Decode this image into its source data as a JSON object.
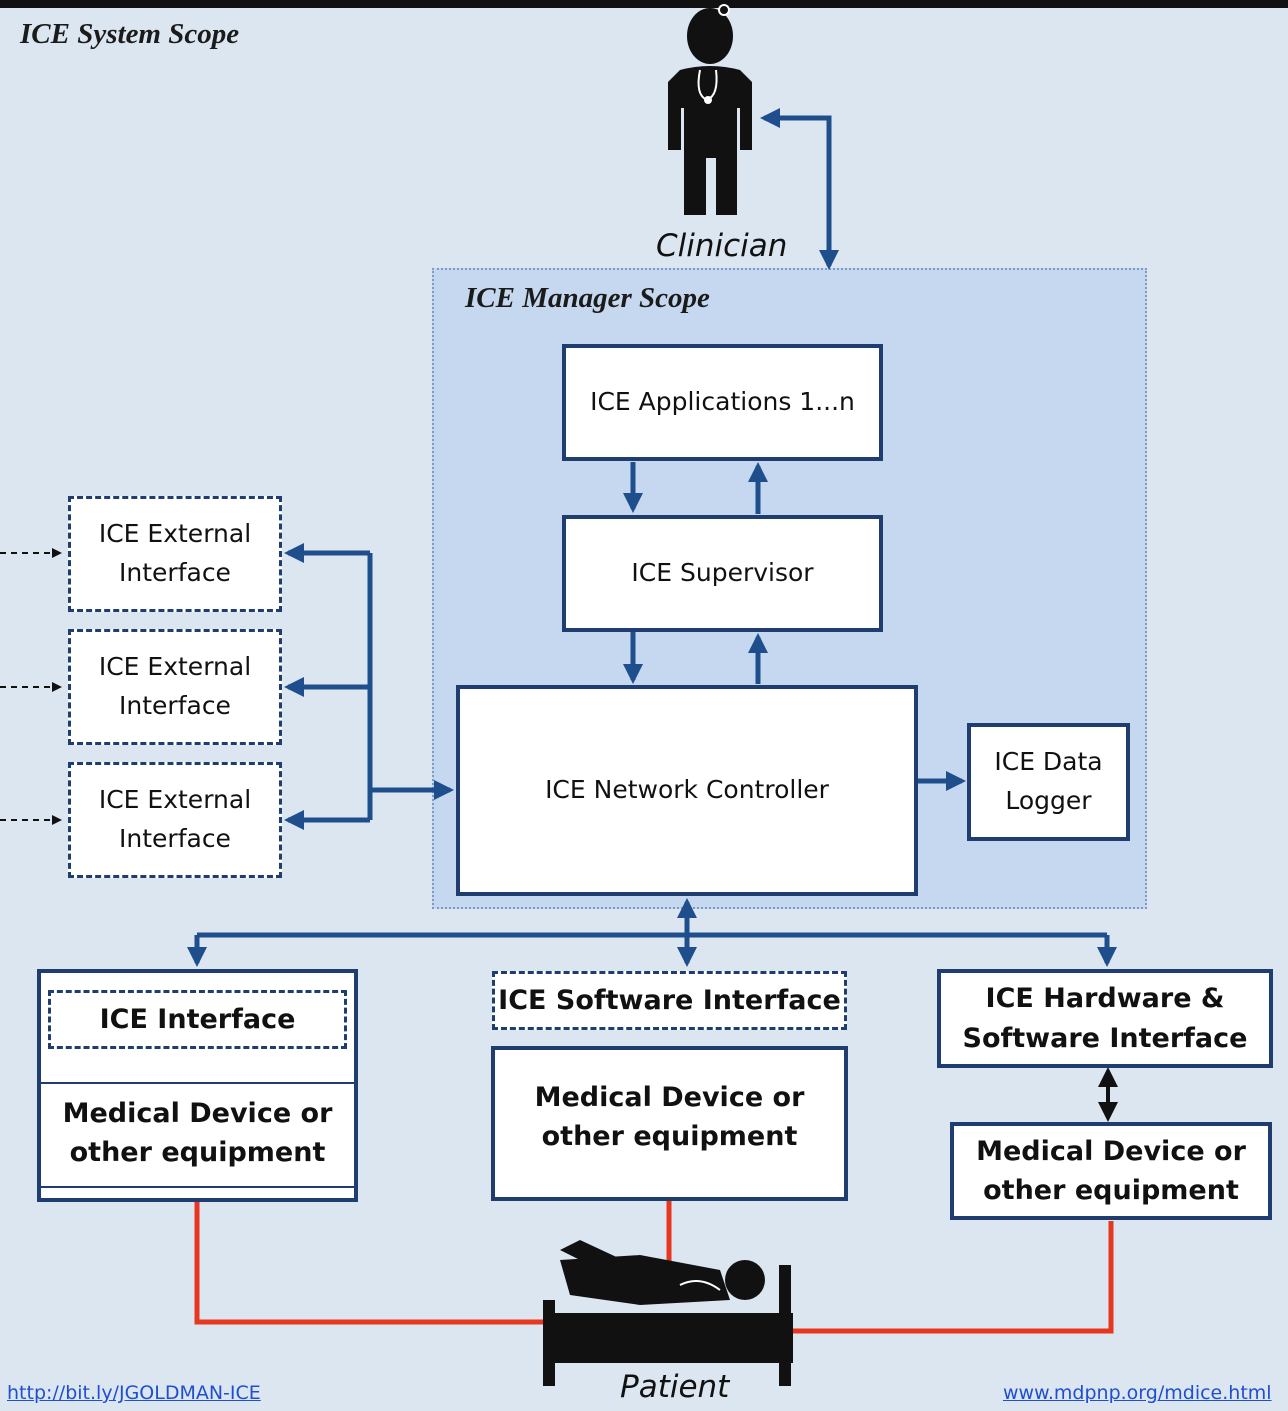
{
  "system_scope_title": "ICE System Scope",
  "manager_scope_title": "ICE Manager Scope",
  "clinician_label": "Clinician",
  "patient_label": "Patient",
  "applications_label": "ICE Applications 1...n",
  "supervisor_label": "ICE Supervisor",
  "network_controller_label": "ICE Network Controller",
  "data_logger_label": "ICE Data\nLogger",
  "external_interfaces": [
    {
      "label": "ICE External\nInterface"
    },
    {
      "label": "ICE External\nInterface"
    },
    {
      "label": "ICE External\nInterface"
    }
  ],
  "devices": {
    "left": {
      "interface_label": "ICE Interface",
      "equipment_label": "Medical Device or\nother equipment"
    },
    "center": {
      "interface_label": "ICE Software Interface",
      "equipment_label": "Medical Device or\nother equipment"
    },
    "right": {
      "interface_label": "ICE Hardware &\nSoftware Interface",
      "equipment_label": "Medical Device or\nother equipment"
    }
  },
  "links": {
    "left": "http://bit.ly/JGOLDMAN-ICE",
    "right": "www.mdpnp.org/mdice.html"
  },
  "colors": {
    "background": "#dce6f1",
    "manager_scope": "#c6d8ef",
    "box_border": "#1f3d6e",
    "arrow": "#1f4e8c",
    "patient_wire": "#e8371f"
  }
}
